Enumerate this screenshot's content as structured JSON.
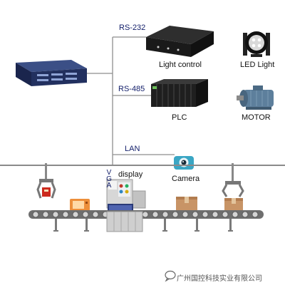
{
  "buses": {
    "rs232": "RS-232",
    "rs485": "RS-485",
    "lan": "LAN",
    "vga": "VGA"
  },
  "devices": {
    "light_control": "Light control",
    "led_light": "LED Light",
    "plc": "PLC",
    "motor": "MOTOR",
    "camera": "Camera",
    "display": "display"
  },
  "watermark": "广州国控科技实业有限公司",
  "colors": {
    "bus_line": "#8e8e8e",
    "industrial_pc": "#22305f",
    "camera": "#3aa6c4",
    "conveyor": "#6e6e6e"
  },
  "icons": [
    "industrial-pc",
    "light-controller",
    "led-work-light",
    "plc-module",
    "electric-motor",
    "webcam",
    "robot-gripper",
    "crt-monitor",
    "cardboard-box",
    "touch-display-station",
    "chat-bubble"
  ]
}
